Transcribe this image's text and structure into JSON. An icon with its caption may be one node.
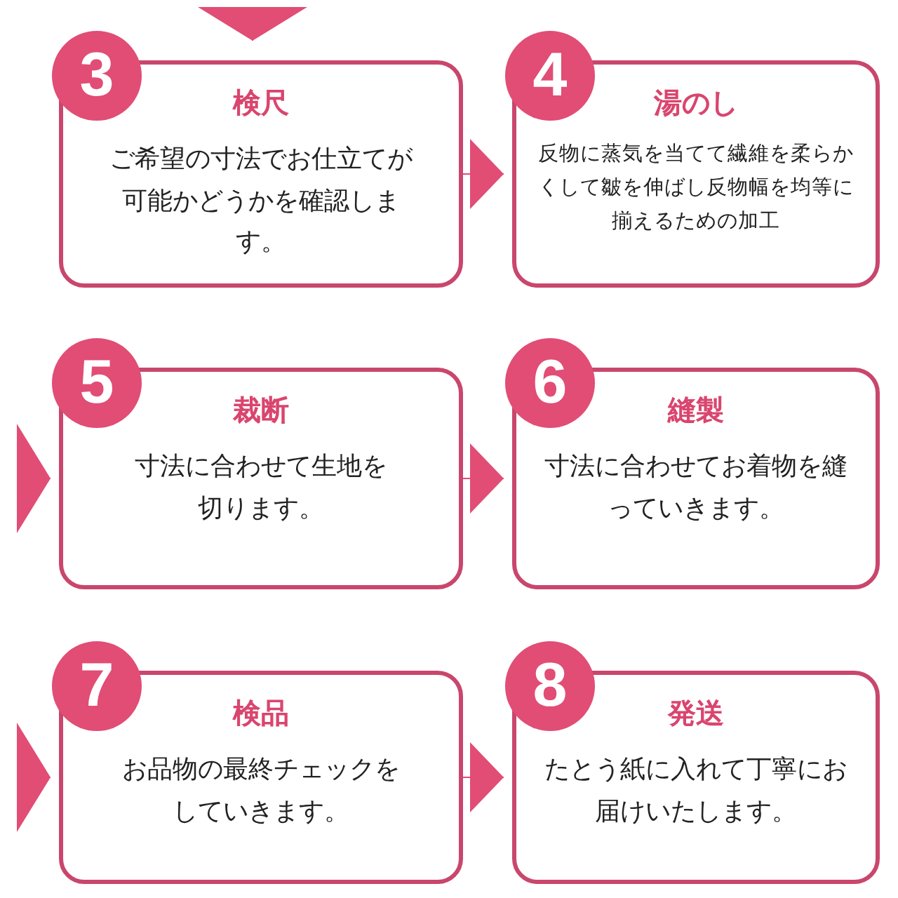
{
  "diagram": {
    "nodes": [
      {
        "text": [
          "3",
          "検尺",
          "ご希望の寸法でお仕立てが可能かどうかを確認します。"
        ]
      },
      {
        "text": [
          "4",
          "湯のし",
          "反物に蒸気を当てて繊維を柔らかくして皺を伸ばし反物幅を均等に揃えるための加工"
        ]
      },
      {
        "text": [
          "5",
          "裁断",
          "寸法に合わせて生地を切ります。"
        ]
      },
      {
        "text": [
          "6",
          "縫製",
          "寸法に合わせてお着物を縫っていきます。"
        ]
      },
      {
        "text": [
          "7",
          "検品",
          "お品物の最終チェックをしていきます。"
        ]
      },
      {
        "text": [
          "8",
          "発送",
          "たとう紙に入れて丁寧にお届けいたします。"
        ]
      }
    ],
    "edges": [
      {
        "from": null,
        "to": 0,
        "arrow": "to"
      },
      {
        "from": 0,
        "to": 1,
        "arrow": "to"
      },
      {
        "from": null,
        "to": 2,
        "arrow": "to"
      },
      {
        "from": 2,
        "to": 3,
        "arrow": "to"
      },
      {
        "from": null,
        "to": 4,
        "arrow": "to"
      },
      {
        "from": 4,
        "to": 5,
        "arrow": "to"
      }
    ]
  }
}
